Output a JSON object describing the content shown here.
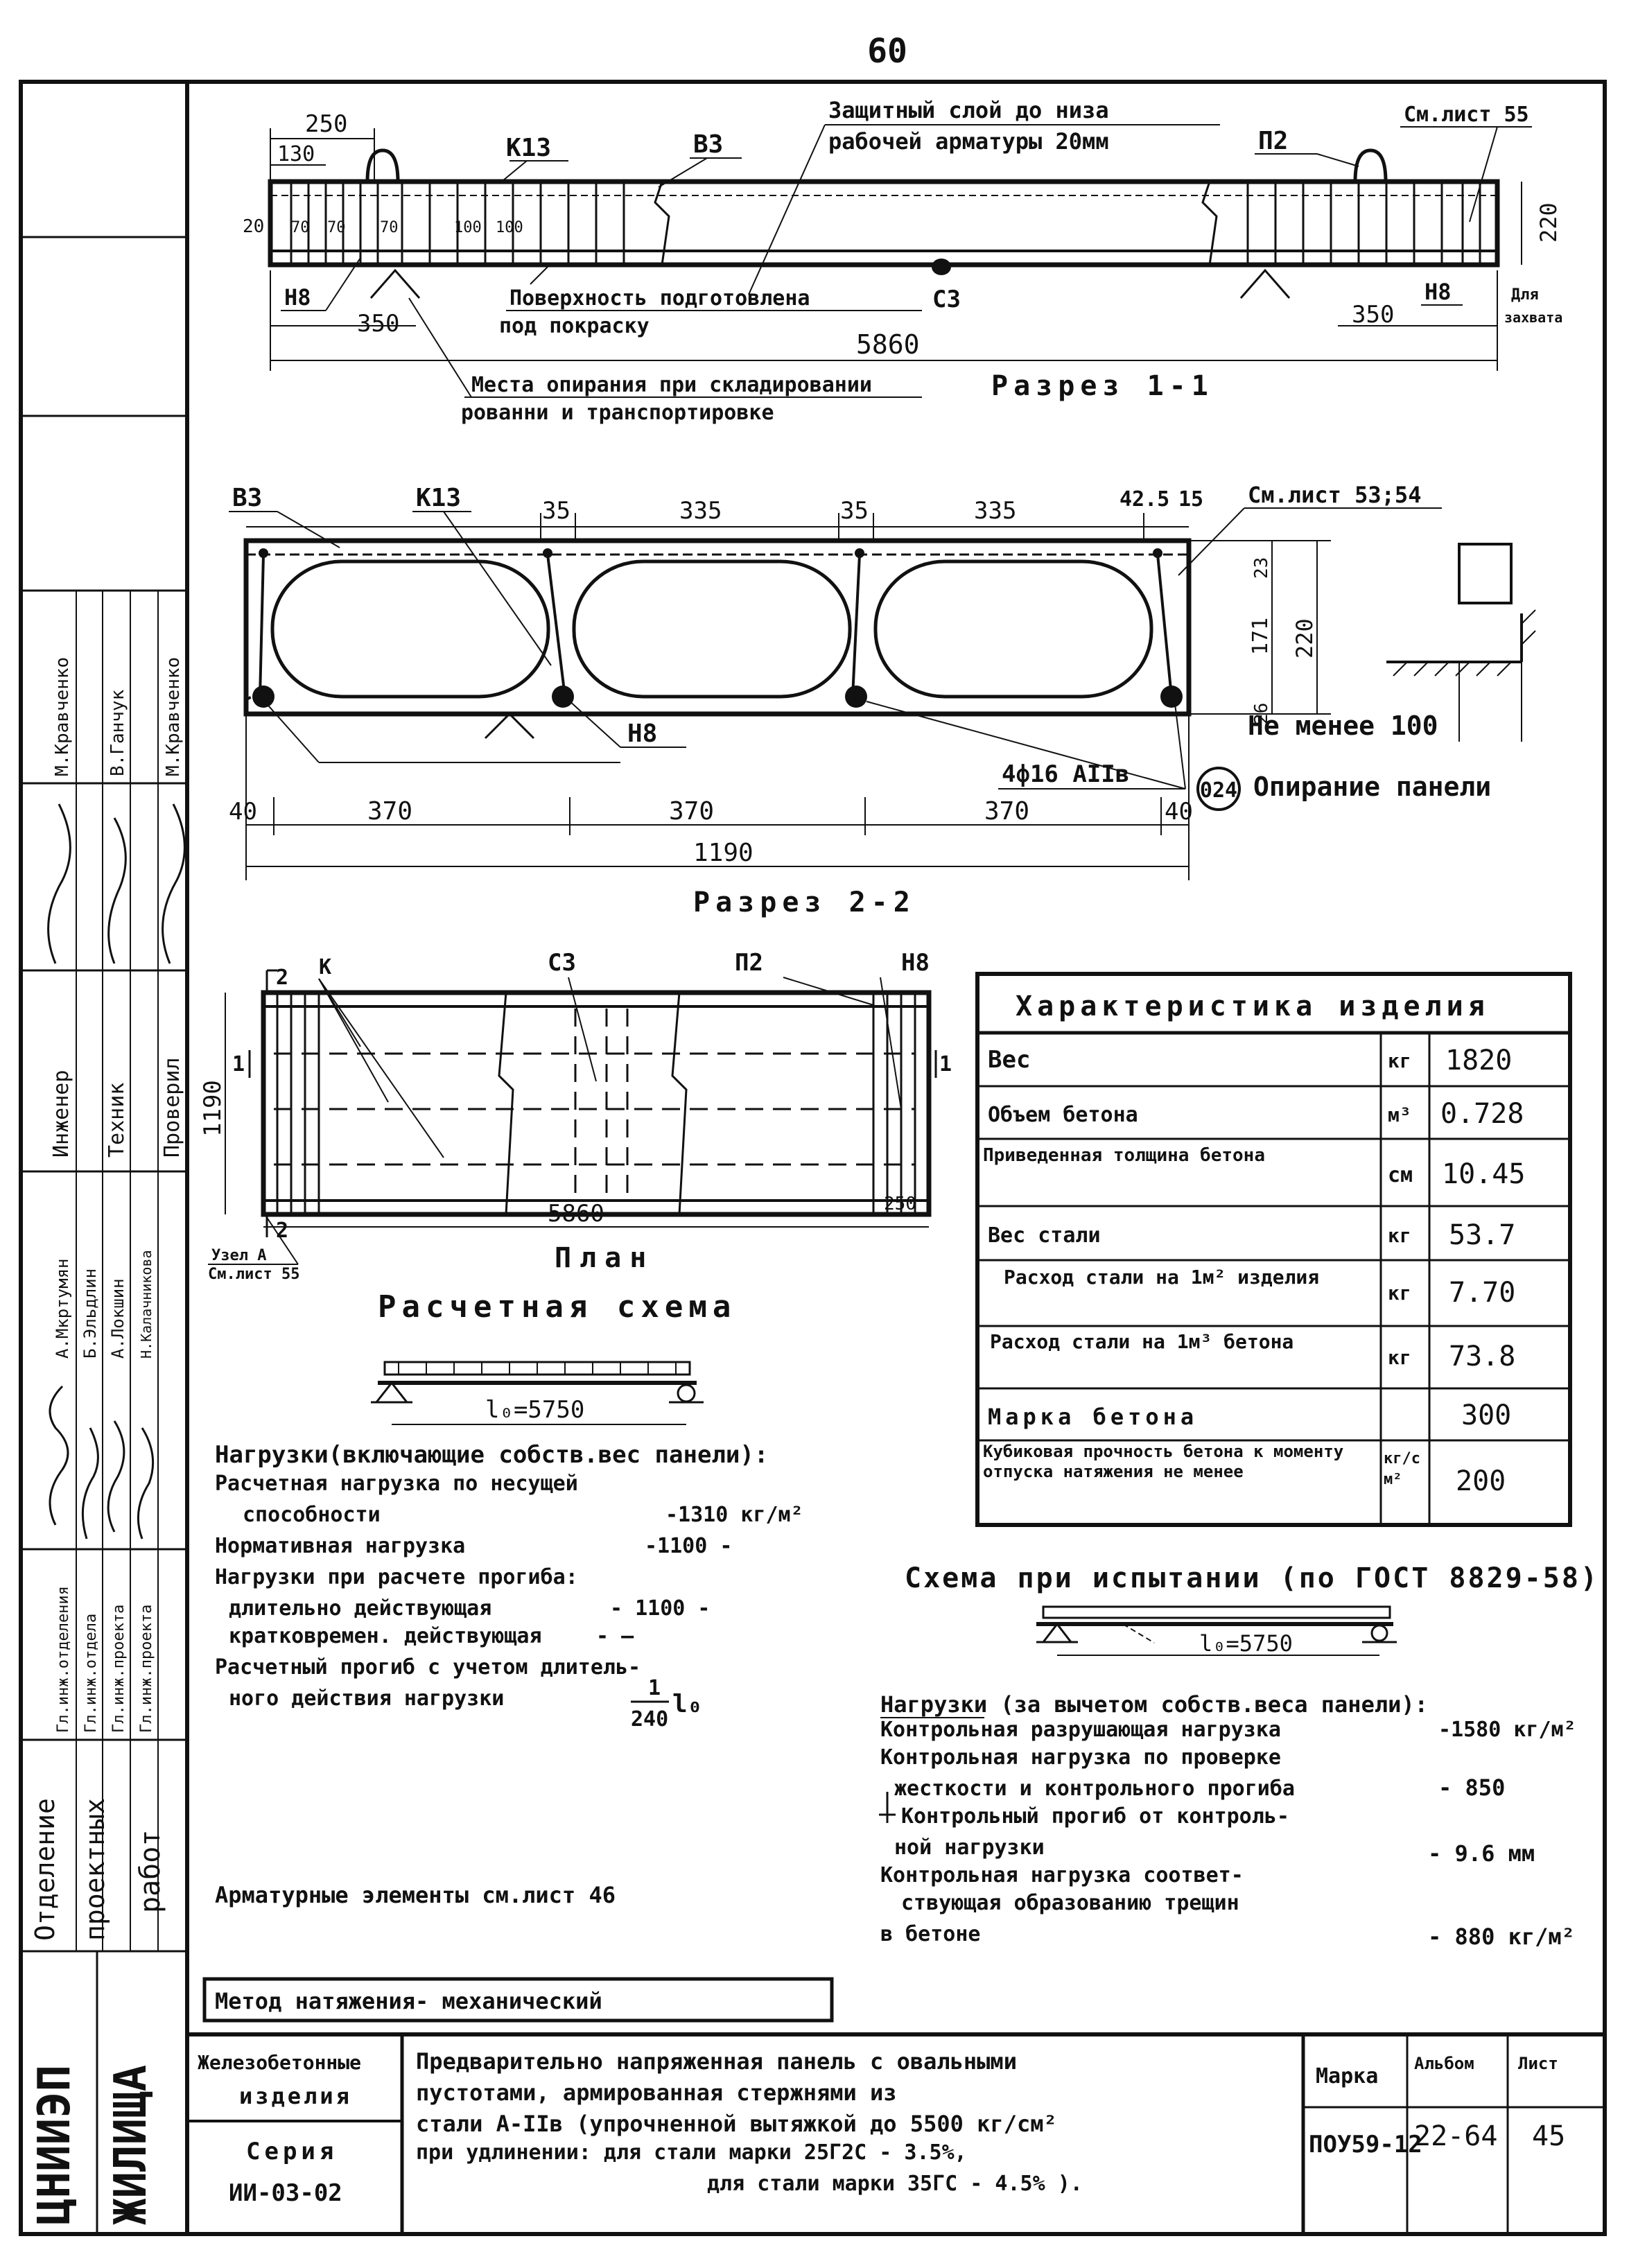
{
  "page_number": "60",
  "side_stamp": {
    "org_line1": "ЦНИИЭП",
    "org_line2": "ЖИЛИЩА",
    "dept_line1": "Отделение",
    "dept_line2": "проектных",
    "dept_line3": "работ",
    "roles": [
      "Гл.инж.отделения",
      "Гл.инж.отдела",
      "Гл.инж.проекта",
      "Гл.инж.проекта",
      "Инженер",
      "Техник",
      "Проверил"
    ],
    "names": [
      "А.Мкртумян",
      "Б.Эльдлин",
      "А.Локшин",
      "Н.Калачникова",
      "М.Кравченко",
      "В.Ганчук",
      "М.Кравченко"
    ]
  },
  "section_1_1": {
    "dims": [
      "250",
      "130",
      "20",
      "70",
      "70",
      "70",
      "100",
      "100",
      "350",
      "350",
      "5860",
      "220"
    ],
    "labels": [
      "К13",
      "ВЗ",
      "П2",
      "Н8",
      "Н8",
      "С3"
    ],
    "protective_note_1": "Защитный слой до низа",
    "protective_note_2": "рабочей арматуры 20мм",
    "sheet_ref": "См.лист 55",
    "surface_note_1": "Поверхность подготовлена",
    "surface_note_2": "под покраску",
    "support_note_1": "Места опирания при складировании",
    "support_note_2": "рованни и транспортировке",
    "for_lifting_1": "Для",
    "for_lifting_2": "захвата",
    "title": "Разрез 1-1"
  },
  "section_2_2": {
    "top_dims": [
      "35",
      "335",
      "35",
      "335",
      "42.5",
      "15"
    ],
    "labels": [
      "ВЗ",
      "К13",
      "Н8"
    ],
    "sheet_ref": "См.лист 53;54",
    "right_dims": [
      "23",
      "171",
      "26",
      "220"
    ],
    "bottom_dims": [
      "40",
      "370",
      "370",
      "370",
      "40"
    ],
    "overall": "1190",
    "rebar": "4ф16 AIIв",
    "rebar_code": "024",
    "title": "Разрез 2-2"
  },
  "support_detail": {
    "note_1": "Не менее 100",
    "note_2": "Опирание панели"
  },
  "plan": {
    "labels": [
      "2",
      "К",
      "С3",
      "П2",
      "Н8",
      "1",
      "1",
      "2"
    ],
    "width_dim": "1190",
    "length_dim": "5860",
    "end_dim": "250",
    "node_ref_1": "Узел А",
    "node_ref_2": "См.лист 55",
    "title": "План"
  },
  "characteristics": {
    "title": "Характеристика изделия",
    "rows": [
      {
        "name": "Вес",
        "unit": "кг",
        "value": "1820"
      },
      {
        "name": "Объем бетона",
        "unit": "м³",
        "value": "0.728"
      },
      {
        "name": "Приведенная толщина бетона",
        "unit": "см",
        "value": "10.45"
      },
      {
        "name": "Вес стали",
        "unit": "кг",
        "value": "53.7"
      },
      {
        "name": "Расход стали на 1м² изделия",
        "unit": "кг",
        "value": "7.70"
      },
      {
        "name": "Расход стали на 1м³ бетона",
        "unit": "кг",
        "value": "73.8"
      },
      {
        "name": "Марка бетона",
        "unit": "",
        "value": "300"
      },
      {
        "name": "Кубиковая прочность бетона к моменту отпуска натяжения не менее",
        "unit": "кг/см²",
        "value": "200"
      }
    ]
  },
  "calc_scheme": {
    "title": "Расчетная схема",
    "span": "l₀=5750",
    "loads_title": "Нагрузки(включающие собств.вес панели):",
    "line_1": "Расчетная нагрузка по несущей",
    "line_2": "способности",
    "value_2": "-1310 кг/м²",
    "line_3": "Нормативная нагрузка",
    "value_3": "-1100 -",
    "line_4": "Нагрузки при расчете прогиба:",
    "line_5": "длительно действующая",
    "value_5": "- 1100 -",
    "line_6": "кратковремен. действующая",
    "value_6": "- —",
    "line_7": "Расчетный прогиб с учетом длитель-",
    "line_8": "ного действия нагрузки",
    "value_8_num": "1",
    "value_8_den": "240",
    "value_8_var": "l₀",
    "rebar_note": "Арматурные элементы см.лист 46"
  },
  "test_scheme": {
    "title": "Схема при испытании (по ГОСТ 8829-58)",
    "span": "l₀=5750",
    "loads_title": "Нагрузки (за вычетом собств.веса панели):",
    "line_1": "Контрольная разрушающая нагрузка",
    "value_1": "-1580 кг/м²",
    "line_2": "Контрольная нагрузка по проверке",
    "line_3": "жесткости и контрольного прогиба",
    "value_3": "- 850",
    "line_4": "Контрольный прогиб от контроль-",
    "line_5": "ной нагрузки",
    "value_5": "- 9.6 мм",
    "line_6": "Контрольная нагрузка соответ-",
    "line_7": "ствующая образованию трещин",
    "line_8": "в бетоне",
    "value_8": "- 880 кг/м²"
  },
  "method": "Метод натяжения- механический",
  "title_block": {
    "category_1": "Железобетонные",
    "category_2": "изделия",
    "series_label": "Серия",
    "series_value": "ИИ-03-02",
    "desc_1": "Предварительно напряженная панель с овальными",
    "desc_2": "пустотами, армированная стержнями из",
    "desc_3": "стали А-IIв (упрочненной вытяжкой до 5500 кг/см²",
    "desc_4": "при удлинении: для стали марки 25Г2С - 3.5%,",
    "desc_5": "для стали марки 35ГС - 4.5% ).",
    "h_mark": "Марка",
    "h_album": "Альбом",
    "h_sheet": "Лист",
    "mark": "ПОУ59-12",
    "album": "22-64",
    "sheet": "45"
  }
}
